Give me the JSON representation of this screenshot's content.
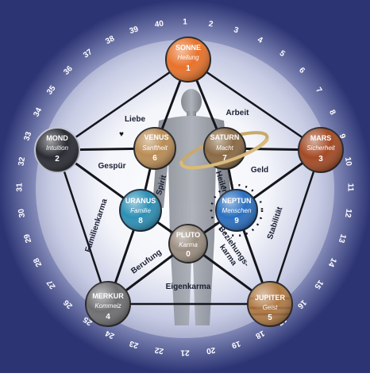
{
  "ring_numbers": [
    "1",
    "2",
    "3",
    "4",
    "5",
    "6",
    "7",
    "8",
    "9",
    "10",
    "11",
    "12",
    "13",
    "14",
    "15",
    "16",
    "17",
    "18",
    "19",
    "20",
    "21",
    "22",
    "23",
    "24",
    "25",
    "26",
    "27",
    "28",
    "29",
    "30",
    "31",
    "32",
    "33",
    "34",
    "35",
    "36",
    "37",
    "38",
    "39",
    "40"
  ],
  "planets": {
    "sonne": {
      "name": "SONNE",
      "word": "Heilung",
      "number": "1",
      "color": "#e8722a"
    },
    "mars": {
      "name": "MARS",
      "word": "Sicherheit",
      "number": "3",
      "color": "#a34a25"
    },
    "jupiter": {
      "name": "JUPITER",
      "word": "Geist",
      "number": "5",
      "color": "#b07a45"
    },
    "merkur": {
      "name": "MERKUR",
      "word": "Kommeiz",
      "number": "4",
      "color": "#6f6f72"
    },
    "mond": {
      "name": "MOND",
      "word": "Intuition",
      "number": "2",
      "color": "#2a2c33"
    },
    "venus": {
      "name": "VENUS",
      "word": "Sanftheit",
      "number": "6",
      "color": "#b98c55"
    },
    "saturn": {
      "name": "SATURN",
      "word": "Macht",
      "number": "7",
      "color": "#8a6a45"
    },
    "uranus": {
      "name": "URANUS",
      "word": "Familie",
      "number": "8",
      "color": "#2c8fb5"
    },
    "neptun": {
      "name": "NEPTUN",
      "word": "Menschen",
      "number": "9",
      "color": "#2a6fc0"
    },
    "pluto": {
      "name": "PLUTO",
      "word": "Karma",
      "number": "0",
      "color": "#9a8d80"
    }
  },
  "edges": {
    "liebe": "Liebe",
    "arbeit": "Arbeit",
    "gespur": "Gespür",
    "geld": "Geld",
    "spirit": "Spirit",
    "heiler": "Heiler",
    "familienkarma": "Familienkarma",
    "stabilitat": "Stabilität",
    "berufung": "Berufung",
    "beziehungskarma_1": "Beziehungs-",
    "beziehungskarma_2": "karma",
    "eigenkarma": "Eigenkarma"
  },
  "colors": {
    "background_outer": "#28306a",
    "background_inner": "#ffffff",
    "lines": "#15151c"
  }
}
